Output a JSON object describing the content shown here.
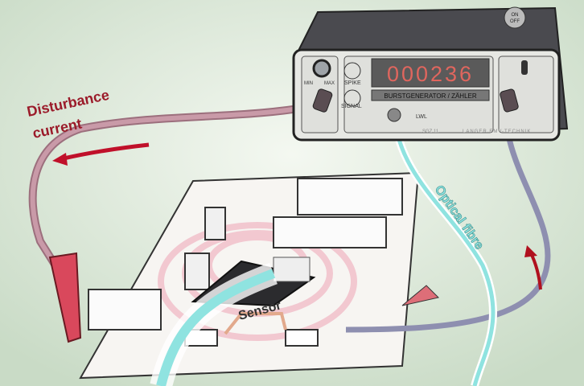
{
  "labels": {
    "disturbance_line1": "Disturbance",
    "disturbance_line2": "current",
    "optical_fibre": "Optical fibre",
    "sensor": "Sensor"
  },
  "device": {
    "display_value": "000236",
    "name_plate": "BURSTGENERATOR / ZÄHLER",
    "knob_min": "MIN",
    "knob_max": "MAX",
    "spike": "SPIKE",
    "signal": "SIGNAL",
    "lwl": "LWL",
    "model": "SGZ 11",
    "maker": "LANGER EMV-TECHNIK",
    "power_on": "ON",
    "power_off": "OFF"
  },
  "colors": {
    "label_red": "#9b1b2a",
    "display_digits": "#e0665e",
    "fibre": "#8fe3e0",
    "pink_cable": "#c99aa8",
    "grey_cable": "#8e8fb0"
  }
}
